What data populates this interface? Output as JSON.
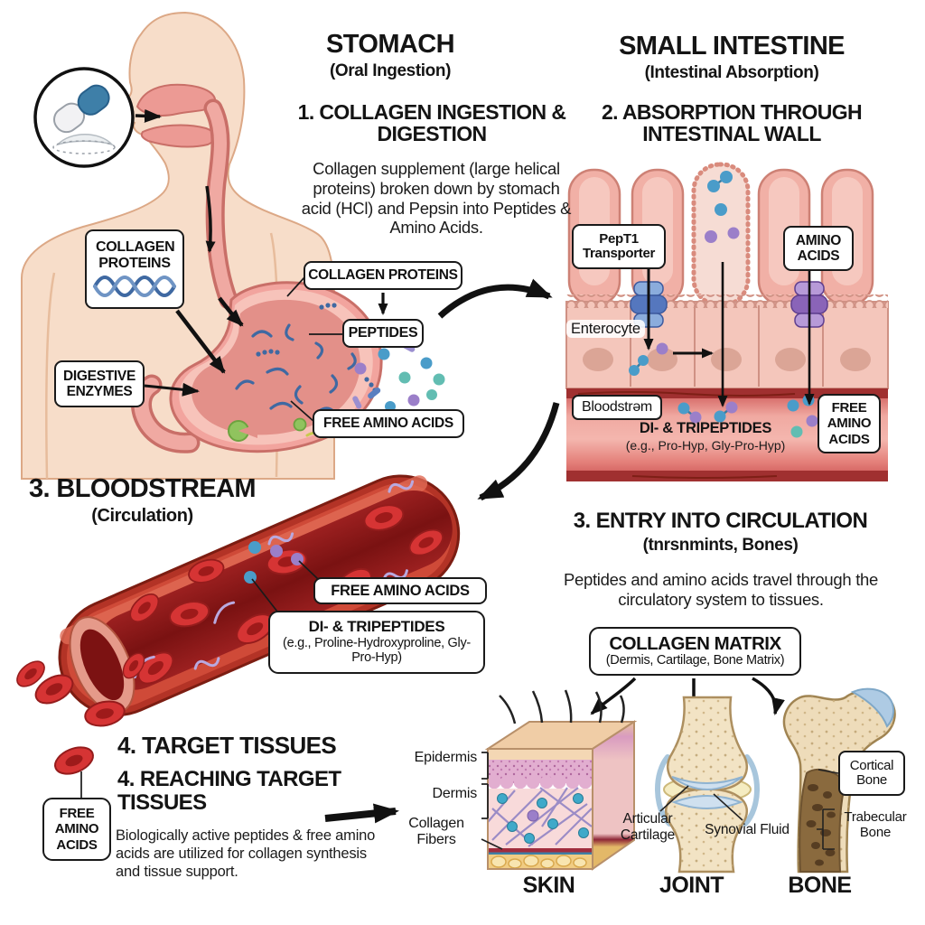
{
  "stomach": {
    "title": "STOMACH",
    "subtitle": "(Oral Ingestion)",
    "step_title": "1. COLLAGEN INGESTION & DIGESTION",
    "body": "Collagen supplement (large helical proteins) broken down by stomach acid (HCl) and Pepsin into Peptides & Amino Acids.",
    "collagen_proteins_label": "COLLAGEN PROTEINS",
    "digestive_enzymes_label": "DIGESTIVE ENZYMES",
    "collagen_proteins_callout": "COLLAGEN PROTEINS",
    "peptides_label": "PEPTIDES",
    "free_amino_acids_label": "FREE AMINO ACIDS"
  },
  "small_intestine": {
    "title": "SMALL INTESTINE",
    "subtitle": "(Intestinal Absorption)",
    "step_title": "2. ABSORPTION THROUGH INTESTINAL WALL",
    "pept1_label": "PepT1 Transporter",
    "amino_acids_label": "AMINO ACIDS",
    "enterocyte_label": "Enterocyte",
    "bloodstream_label": "Bloodstrəm",
    "dipeptides_label": "DI- & TRIPEPTIDES",
    "dipeptides_sub": "(e.g., Pro-Hyp, Gly-Pro-Hyp)",
    "free_amino_acids_label": "FREE AMINO ACIDS"
  },
  "bloodstream_section": {
    "title": "3. BLOODSTREAM",
    "subtitle": "(Circulation)",
    "free_amino_acids_label": "FREE AMINO ACIDS",
    "dipeptides_label": "DI- & TRIPEPTIDES",
    "dipeptides_sub": "(e.g., Proline-Hydroxyproline, Gly-Pro-Hyp)",
    "free_amino_acids_small": "FREE AMINO ACIDS"
  },
  "circulation_section": {
    "title": "3. ENTRY INTO CIRCULATION",
    "subtitle": "(tnrsnmints, Bones)",
    "body": "Peptides and amino acids travel through the circulatory system to tissues.",
    "collagen_matrix_title": "COLLAGEN MATRIX",
    "collagen_matrix_sub": "(Dermis, Cartilage, Bone Matrix)"
  },
  "target_section": {
    "title": "4. TARGET TISSUES",
    "step_title": "4. REACHING TARGET TISSUES",
    "body": "Biologically active peptides & free amino acids are utilized for collagen synthesis and tissue support."
  },
  "tissues": {
    "skin": {
      "name": "SKIN",
      "epidermis": "Epidermis",
      "dermis": "Dermis",
      "collagen_fibers": "Collagen Fibers"
    },
    "joint": {
      "name": "JOINT",
      "articular": "Articular Cartilage",
      "synovial": "Synovial Fluid"
    },
    "bone": {
      "name": "BONE",
      "cortical": "Cortical Bone",
      "trabecular": "Trabecular Bone"
    }
  },
  "colors": {
    "skin_tone": "#f7ddc9",
    "pink_organ": "#f0a9a2",
    "stomach_fill": "#f2a49e",
    "vessel_red": "#b33326",
    "blood_dark": "#7a1212",
    "amino_blue": "#4a9cc9",
    "amino_purple": "#9b7fc9",
    "amino_teal": "#62bdb2",
    "collagen_blue": "#3f69a2",
    "enzyme_green": "#90c35e",
    "bone_tan": "#eedcba",
    "fat_yellow": "#f1cd84",
    "cartilage_blue": "#cfe0ef",
    "label_border": "#1a1a1a"
  }
}
